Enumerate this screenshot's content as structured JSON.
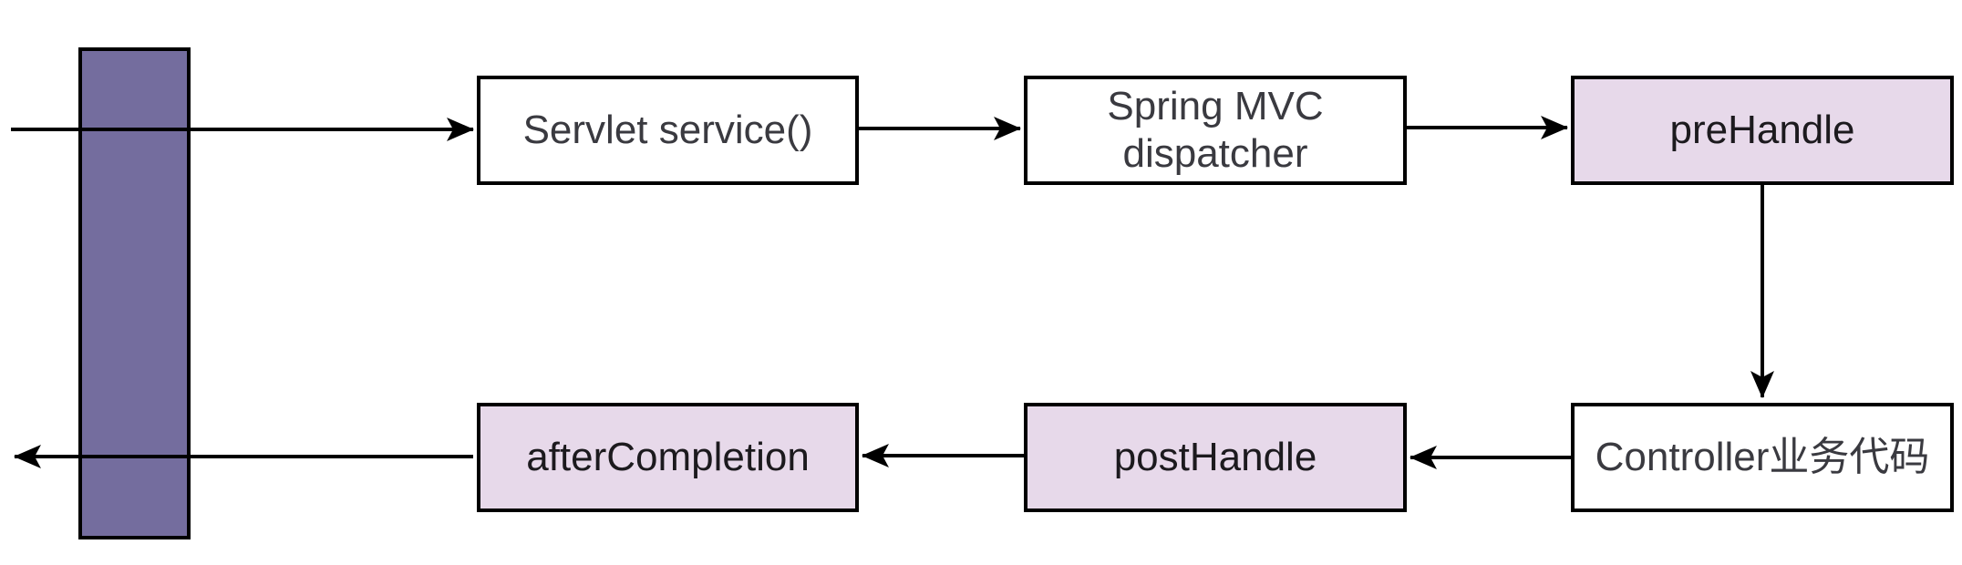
{
  "diagram": {
    "description": "Spring MVC interceptor request/response flow",
    "colors": {
      "background": "#ffffff",
      "activation_bar_fill": "#746d9e",
      "highlight_fill": "#e7d9ea",
      "plain_fill": "#ffffff",
      "border": "#000000",
      "arrow": "#000000"
    },
    "nodes": [
      {
        "id": "servlet-service",
        "label": "Servlet service()",
        "type": "plain"
      },
      {
        "id": "spring-mvc-dispatcher",
        "label": "Spring MVC dispatcher",
        "type": "plain"
      },
      {
        "id": "prehandle",
        "label": "preHandle",
        "type": "highlight"
      },
      {
        "id": "controller",
        "label": "Controller业务代码",
        "type": "plain"
      },
      {
        "id": "posthandle",
        "label": "postHandle",
        "type": "highlight"
      },
      {
        "id": "aftercompletion",
        "label": "afterCompletion",
        "type": "highlight"
      }
    ],
    "edges": [
      {
        "name": "request-in",
        "from": "client",
        "to": "Servlet service()"
      },
      {
        "name": "servlet-to-dispatcher",
        "from": "Servlet service()",
        "to": "Spring MVC dispatcher"
      },
      {
        "name": "dispatcher-to-prehandle",
        "from": "Spring MVC dispatcher",
        "to": "preHandle"
      },
      {
        "name": "prehandle-to-controller",
        "from": "preHandle",
        "to": "Controller业务代码"
      },
      {
        "name": "controller-to-posthandle",
        "from": "Controller业务代码",
        "to": "postHandle"
      },
      {
        "name": "posthandle-to-aftercompletion",
        "from": "postHandle",
        "to": "afterCompletion"
      },
      {
        "name": "response-out",
        "from": "afterCompletion",
        "to": "client"
      }
    ]
  }
}
